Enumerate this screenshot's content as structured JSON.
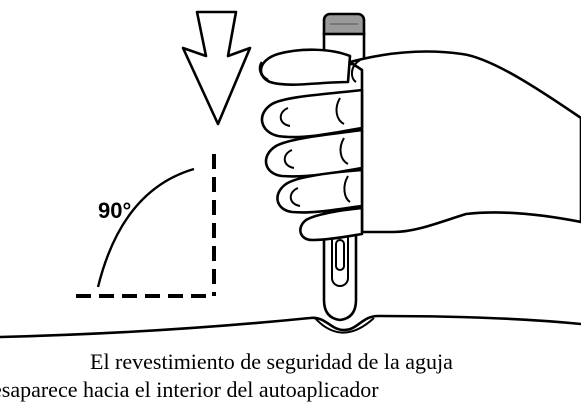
{
  "figure": {
    "angle_label": "90°",
    "angle_degrees": 90,
    "stroke_color": "#000000",
    "background_color": "#ffffff"
  },
  "caption": {
    "line1": "El revestimiento de seguridad de la aguja",
    "line2": "esaparece hacia el interior del autoaplicador"
  }
}
